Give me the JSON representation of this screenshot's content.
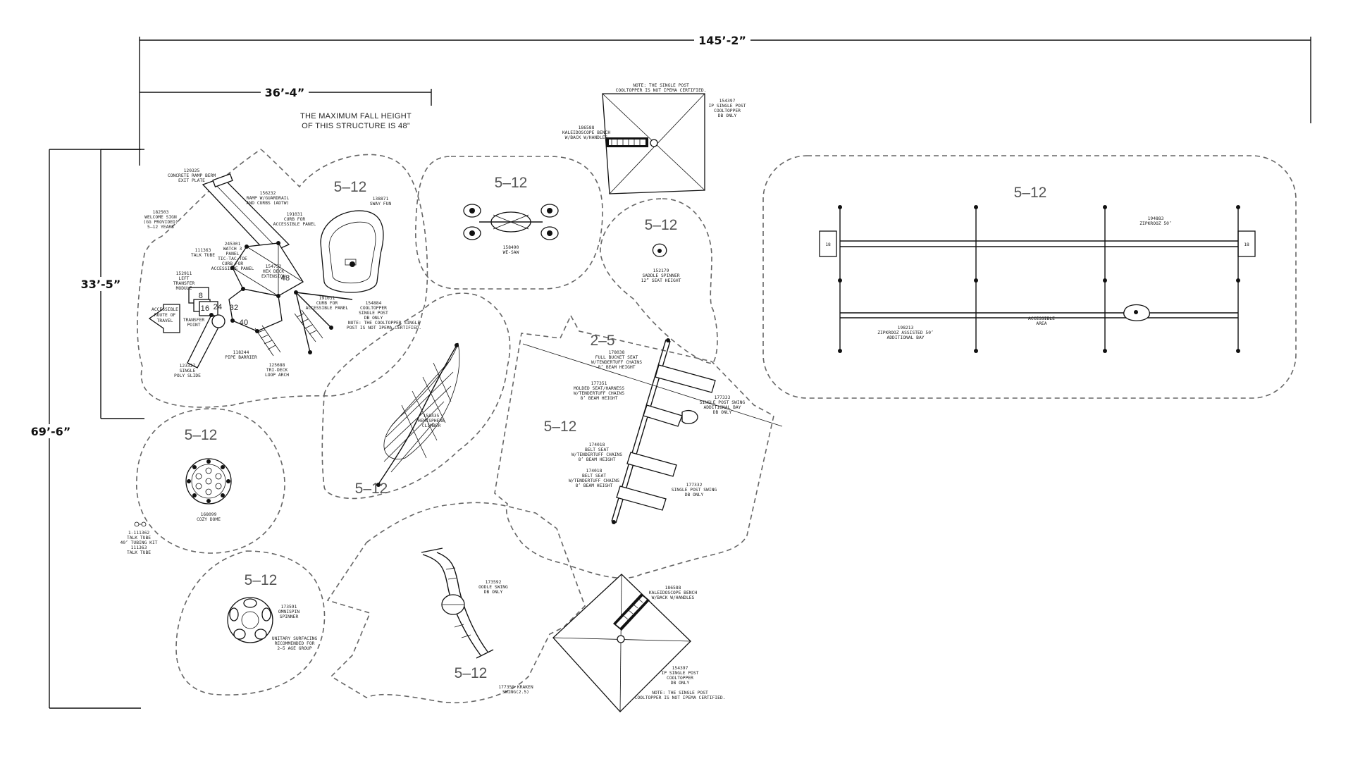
{
  "dimensions": {
    "overall_width": "145’-2”",
    "structure_width": "36’-4”",
    "structure_depth": "33’-5”",
    "overall_depth": "69’-6”"
  },
  "fall_height_note": [
    "THE MAXIMUM FALL HEIGHT",
    "OF THIS STRUCTURE IS 48”"
  ],
  "zones": {
    "main_structure": "5–12",
    "wesaw": "5–12",
    "saddle_spinner": "5–12",
    "zipline": "5–12",
    "cozy_dome": "5–12",
    "hemisphere": "5–12",
    "swings_toddler": "2–5",
    "swings": "5–12",
    "spinner": "5–12",
    "oodle": "5–12"
  },
  "deck_heights": [
    "8",
    "16",
    "24",
    "32",
    "40",
    "48"
  ],
  "labels": {
    "concrete_ramp": [
      "120325",
      "CONCRETE RAMP BERM",
      "EXIT PLATE"
    ],
    "ramp_guardrail": [
      "156232",
      "RAMP W/GUARDRAIL",
      "AND CURBS (ADTW)"
    ],
    "sway_fun": [
      "138871",
      "SWAY FUN"
    ],
    "welcome_sign": [
      "182503",
      "WELCOME SIGN",
      "(GG PROVIDED)",
      "5–12 YEARS"
    ],
    "curb": [
      "191031",
      "CURB FOR",
      "ACCESSIBLE PANEL"
    ],
    "talk_tube_a": [
      "111363",
      "TALK TUBE"
    ],
    "watch_panel": [
      "245301",
      "WATCH 3",
      "PANEL",
      "TIC-TAC-TOE",
      "CURB FOR",
      "ACCESSIBLE PANEL"
    ],
    "hex_deck": [
      "154752",
      "HEX DECK",
      "EXTENSION"
    ],
    "transfer_module": [
      "152911",
      "LEFT",
      "TRANSFER",
      "MODULE"
    ],
    "route_arrow": [
      "ACCESSIBLE",
      "ROUTE OF",
      "TRAVEL"
    ],
    "transfer_point": [
      "TRANSFER",
      "POINT"
    ],
    "accessible_panel": [
      "191031",
      "CURB FOR",
      "ACCESSIBLE PANEL"
    ],
    "cooltopper_deck": [
      "154884",
      "COOLTOPPER",
      "SINGLE POST",
      "DB ONLY"
    ],
    "cooltopper_note": [
      "NOTE: THE COOLTOPPER SINGLE",
      "POST IS NOT IPEMA CERTIFIED."
    ],
    "pipe_barrier": [
      "118244",
      "PIPE BARRIER"
    ],
    "poly_slide": [
      "123327",
      "SINGLE",
      "POLY SLIDE"
    ],
    "loop_arch": [
      "125688",
      "TRI-DECK",
      "LOOP ARCH"
    ],
    "wesaw": [
      "158490",
      "WE-SAW"
    ],
    "bench_top": [
      "186588",
      "KALEIDOSCOPE BENCH",
      "W/BACK W/HANDLES"
    ],
    "cooltopper_top": [
      "154397",
      "IP SINGLE POST",
      "COOLTOPPER",
      "DB ONLY"
    ],
    "cooltopper_top_note": [
      "NOTE: THE SINGLE POST",
      "COOLTOPPER IS NOT IPEMA CERTIFIED."
    ],
    "saddle_spinner": [
      "152179",
      "SADDLE SPINNER",
      "12” SEAT HEIGHT"
    ],
    "zipkrooz": [
      "194883",
      "ZIPKROOZ 50’"
    ],
    "zipkrooz_bay": [
      "198213",
      "ZIPKROOZ ASSISTED 50’",
      "ADDITIONAL BAY"
    ],
    "accessible_area": [
      "ACCESSIBLE",
      "AREA"
    ],
    "zip_18_left": "18",
    "zip_18_right": "18",
    "bucket_seat": [
      "178038",
      "FULL BUCKET SEAT",
      "W/TENDERTUFF CHAINS",
      "8’ BEAM HEIGHT"
    ],
    "molded_seat": [
      "177351",
      "MOLDED SEAT/HARNESS",
      "W/TENDERTUFF CHAINS",
      "8’ BEAM HEIGHT"
    ],
    "single_swing_a": [
      "177333",
      "SINGLE POST SWING",
      "ADDITIONAL BAY",
      "DB ONLY"
    ],
    "belt_seat_a": [
      "174018",
      "BELT SEAT",
      "W/TENDERTUFF CHAINS",
      "8’ BEAM HEIGHT"
    ],
    "belt_seat_b": [
      "174018",
      "BELT SEAT",
      "W/TENDERTUFF CHAINS",
      "8’ BEAM HEIGHT"
    ],
    "single_swing_b": [
      "177332",
      "SINGLE POST SWING",
      "DB ONLY"
    ],
    "hemisphere": [
      "158435",
      "HEMISPHERE",
      "CLIMBER"
    ],
    "cozy_dome": [
      "168099",
      "COZY DOME"
    ],
    "talk_tube_kit": [
      "1-111362",
      "TALK TUBE",
      "40’ TUBING KIT",
      "111363",
      "TALK TUBE"
    ],
    "omnispin": [
      "173591",
      "OMNISPIN",
      "SPINNER"
    ],
    "surfacing": [
      "UNITARY SURFACING",
      "RECOMMENDED FOR",
      "2–5 AGE GROUP"
    ],
    "oodle_swing": [
      "173592",
      "OODLE SWING",
      "DB ONLY"
    ],
    "bench_bottom": [
      "186588",
      "KALEIDOSCOPE BENCH",
      "W/BACK W/HANDLES"
    ],
    "cooltopper_bottom": [
      "154397",
      "IP SINGLE POST",
      "COOLTOPPER",
      "DB ONLY"
    ],
    "cooltopper_bottom_note": [
      "NOTE: THE SINGLE POST",
      "COOLTOPPER IS NOT IPEMA CERTIFIED."
    ],
    "oodle_overlap": [
      "177350 KRAKEN",
      "SWING(2.5)"
    ]
  },
  "colors": {
    "line": "#111111",
    "zone_border": "#666666",
    "zone_label": "#555555",
    "background": "#ffffff"
  }
}
